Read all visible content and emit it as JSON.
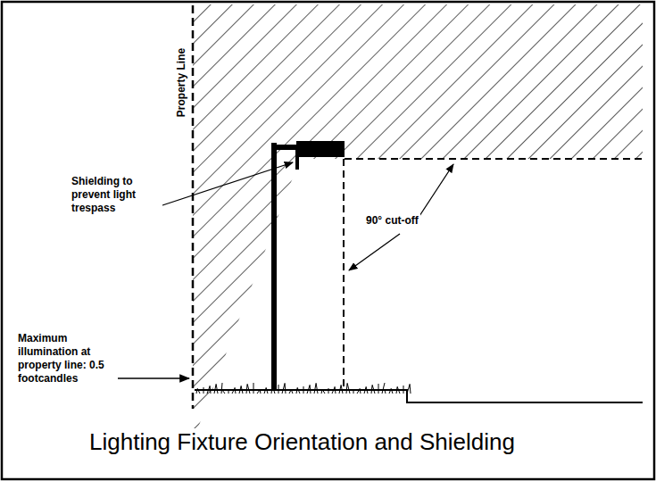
{
  "diagram": {
    "title": "Lighting Fixture Orientation and Shielding",
    "labels": [
      "Property Line",
      "Shielding to prevent light trespass",
      "90° cut-off",
      "Maximum illumination at property line: 0.5 footcandles"
    ]
  }
}
